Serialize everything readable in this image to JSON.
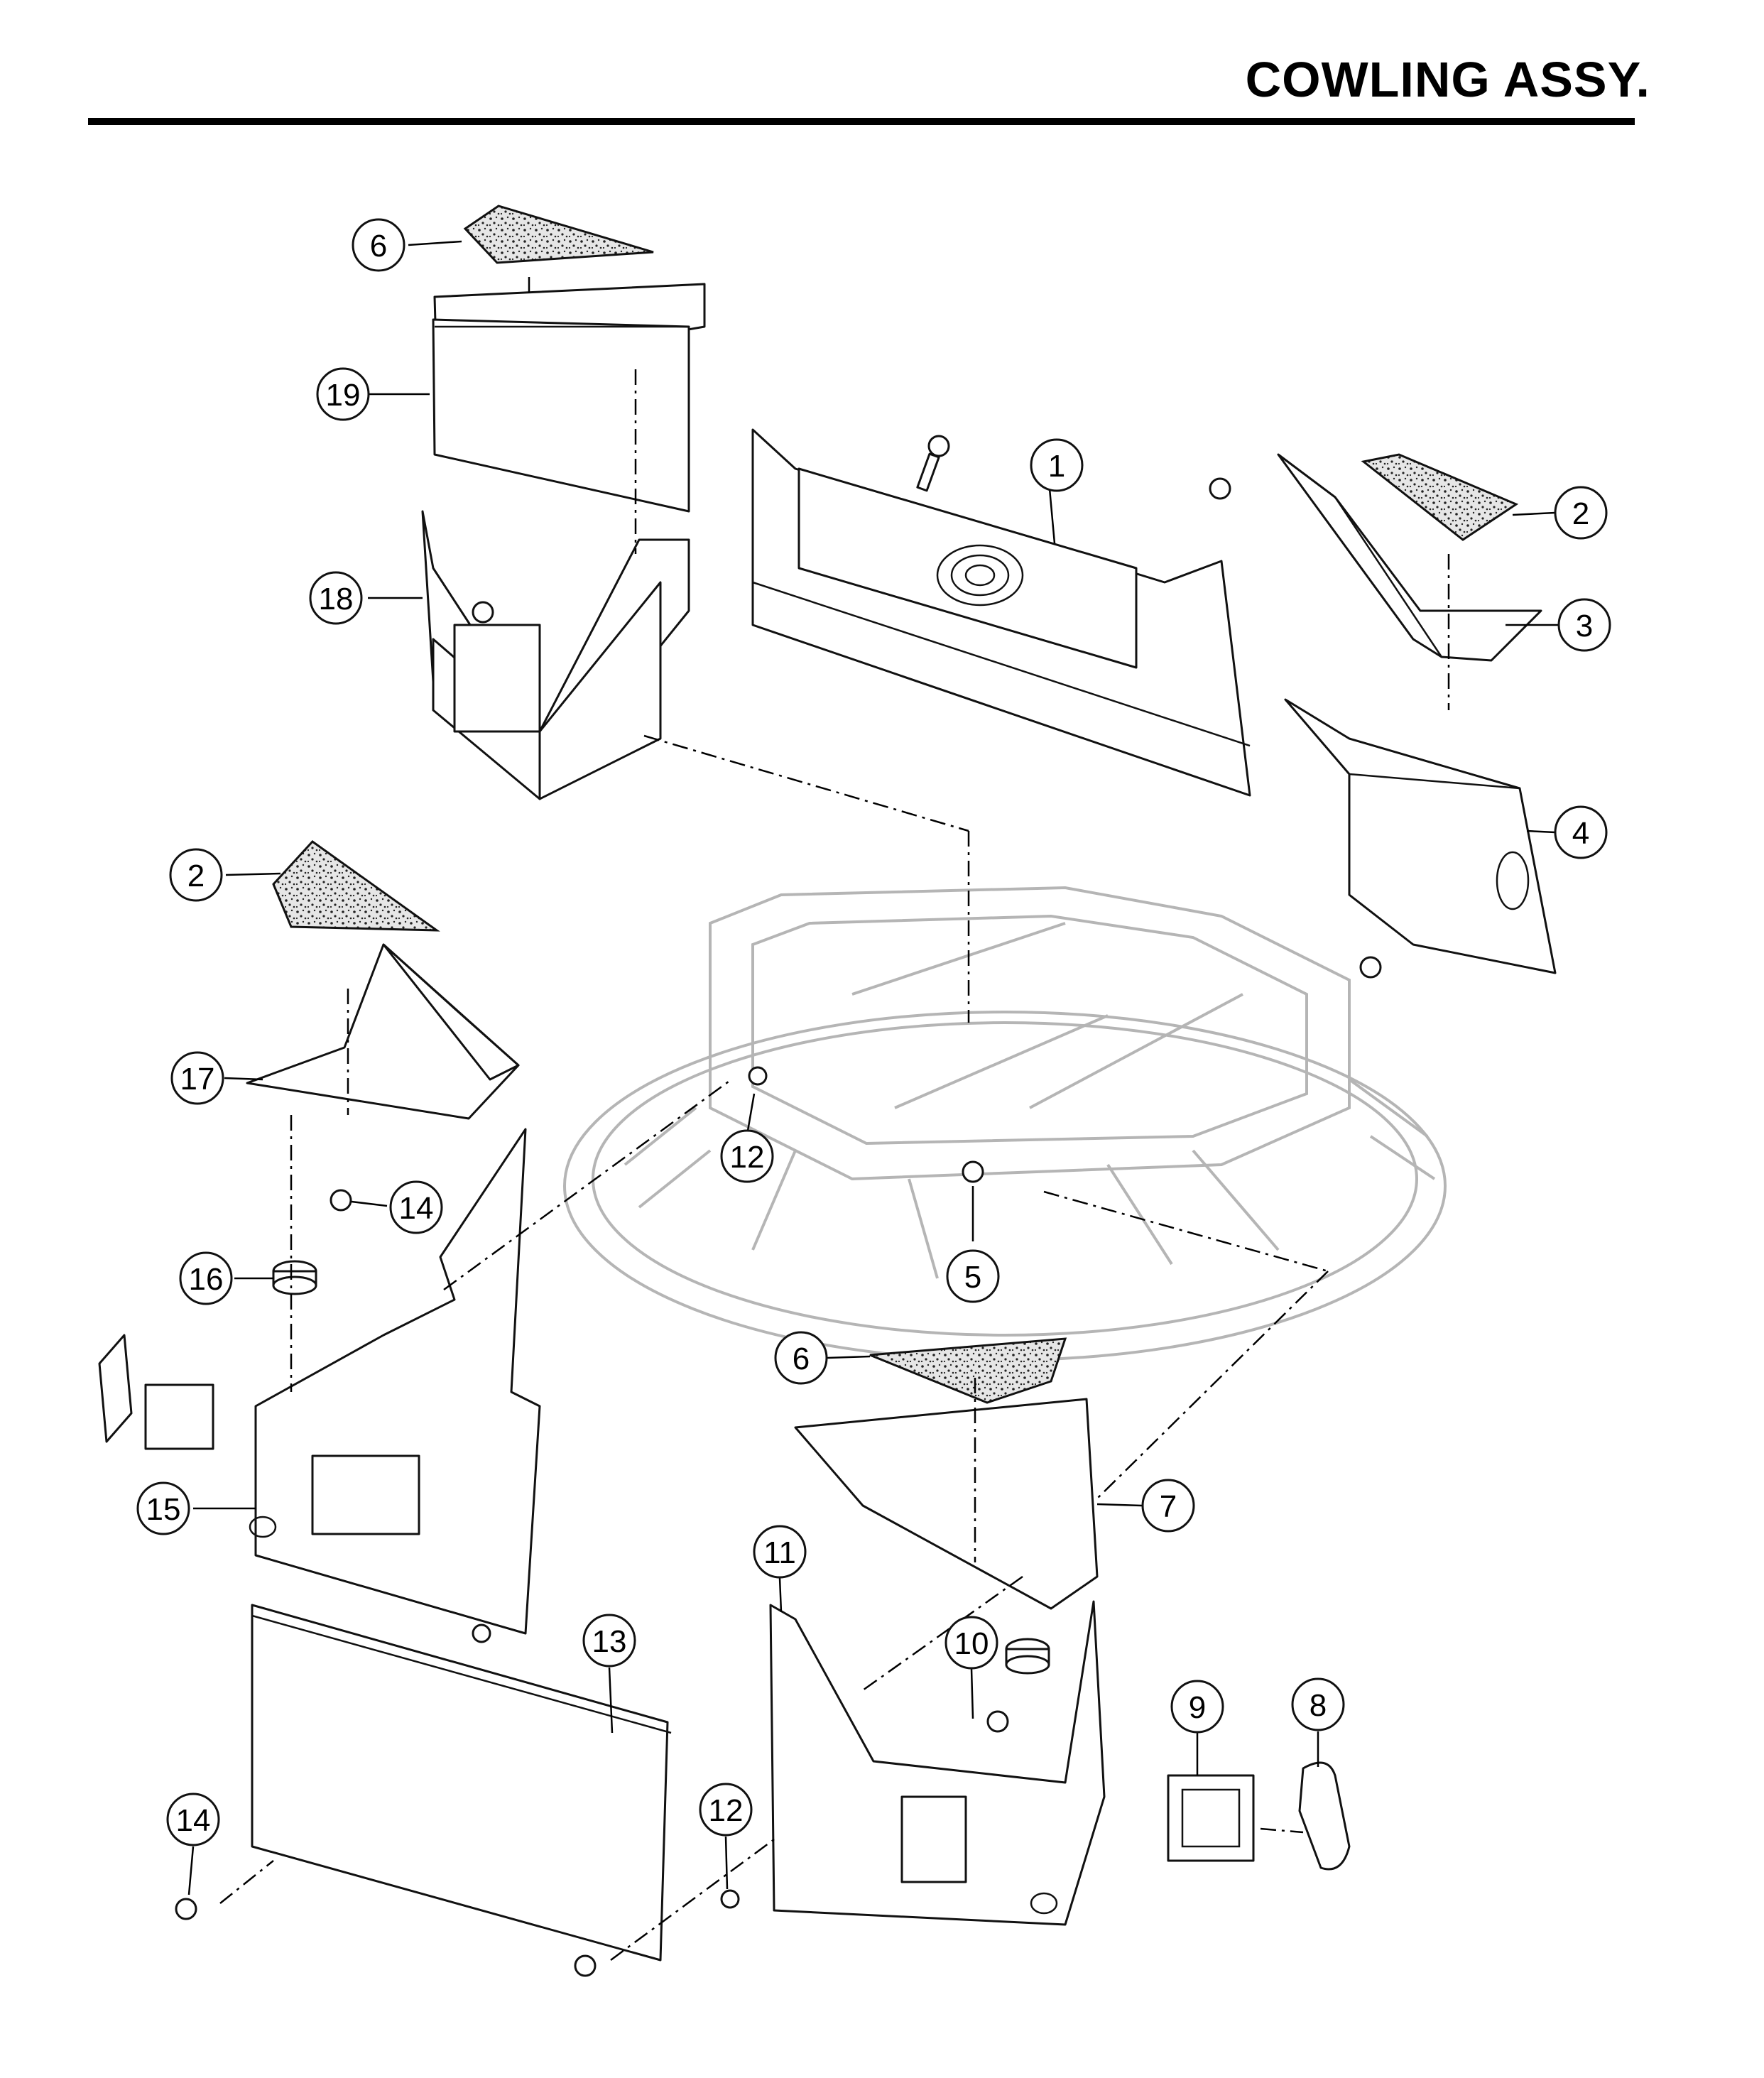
{
  "header": {
    "title": "COWLING ASSY."
  },
  "callouts": [
    {
      "label": "1"
    },
    {
      "label": "2"
    },
    {
      "label": "3"
    },
    {
      "label": "4"
    },
    {
      "label": "2"
    },
    {
      "label": "6"
    },
    {
      "label": "19"
    },
    {
      "label": "18"
    },
    {
      "label": "17"
    },
    {
      "label": "12"
    },
    {
      "label": "14"
    },
    {
      "label": "16"
    },
    {
      "label": "5"
    },
    {
      "label": "15"
    },
    {
      "label": "6"
    },
    {
      "label": "7"
    },
    {
      "label": "11"
    },
    {
      "label": "10"
    },
    {
      "label": "13"
    },
    {
      "label": "9"
    },
    {
      "label": "8"
    },
    {
      "label": "14"
    },
    {
      "label": "12"
    }
  ]
}
